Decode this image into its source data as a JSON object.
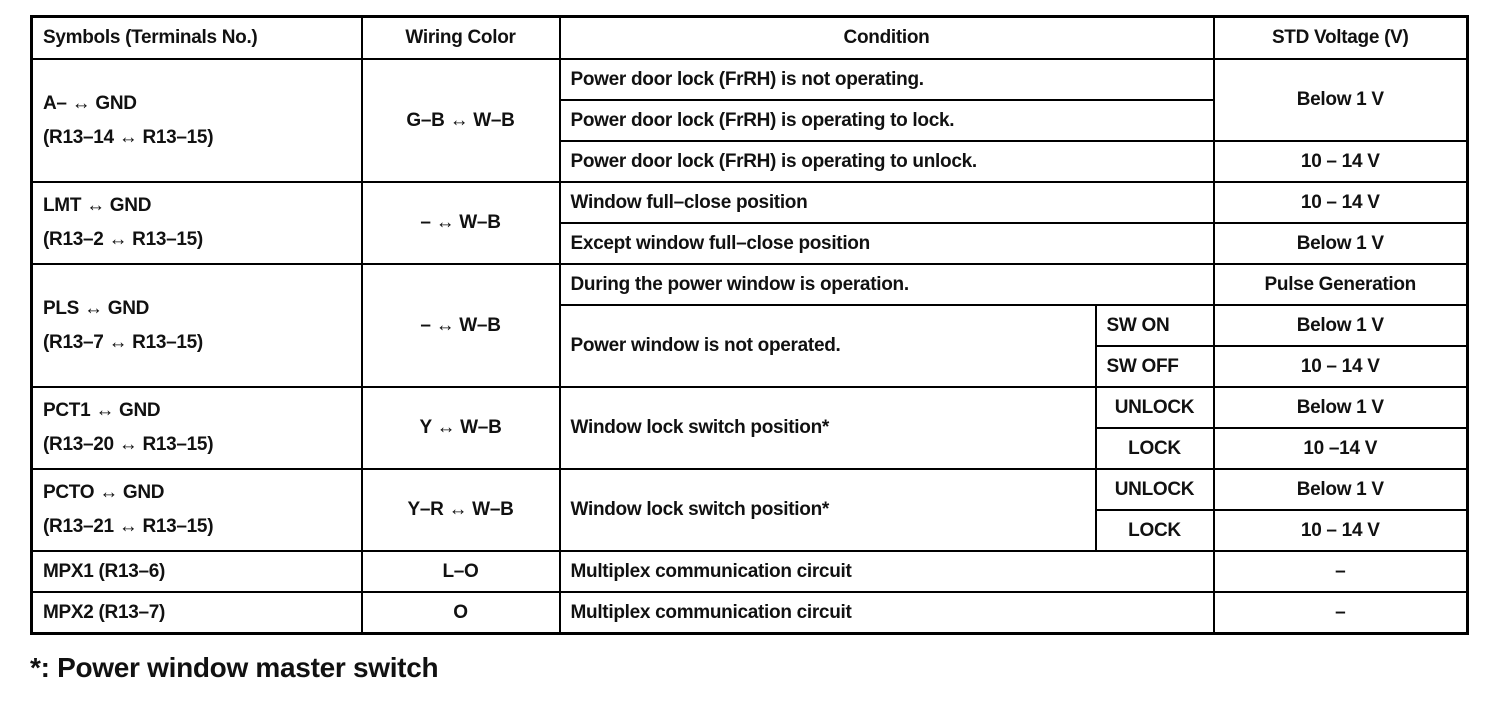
{
  "headers": {
    "symbols": "Symbols (Terminals No.)",
    "wiring": "Wiring Color",
    "condition": "Condition",
    "voltage": "STD Voltage (V)"
  },
  "rows": {
    "a": {
      "symbol_line1": "A– ↔ GND",
      "symbol_line2": "(R13–14 ↔ R13–15)",
      "wiring": "G–B ↔ W–B",
      "cond1": "Power door lock (FrRH) is not operating.",
      "cond2": "Power door lock (FrRH) is operating to lock.",
      "cond3": "Power door lock (FrRH) is operating to unlock.",
      "volt12": "Below 1 V",
      "volt3": "10 – 14 V"
    },
    "lmt": {
      "symbol_line1": "LMT ↔ GND",
      "symbol_line2": "(R13–2 ↔ R13–15)",
      "wiring": "– ↔ W–B",
      "cond1": "Window full–close position",
      "cond2": "Except window full–close position",
      "volt1": "10 – 14 V",
      "volt2": "Below 1 V"
    },
    "pls": {
      "symbol_line1": "PLS ↔ GND",
      "symbol_line2": "(R13–7 ↔ R13–15)",
      "wiring": "– ↔ W–B",
      "cond1": "During the power window is operation.",
      "volt1": "Pulse Generation",
      "cond2": "Power window is not operated.",
      "sub1": "SW ON",
      "sub2": "SW OFF",
      "volt2": "Below 1 V",
      "volt3": "10 – 14 V"
    },
    "pct1": {
      "symbol_line1": "PCT1 ↔ GND",
      "symbol_line2": "(R13–20 ↔ R13–15)",
      "wiring": "Y ↔ W–B",
      "cond": "Window lock switch position*",
      "sub1": "UNLOCK",
      "sub2": "LOCK",
      "volt1": "Below 1 V",
      "volt2": "10 –14 V"
    },
    "pcto": {
      "symbol_line1": "PCTO ↔ GND",
      "symbol_line2": "(R13–21 ↔ R13–15)",
      "wiring": "Y–R ↔ W–B",
      "cond": "Window lock switch position*",
      "sub1": "UNLOCK",
      "sub2": "LOCK",
      "volt1": "Below 1 V",
      "volt2": "10 – 14 V"
    },
    "mpx1": {
      "symbol": "MPX1 (R13–6)",
      "wiring": "L–O",
      "cond": "Multiplex communication circuit",
      "volt": "–"
    },
    "mpx2": {
      "symbol": "MPX2 (R13–7)",
      "wiring": "O",
      "cond": "Multiplex communication circuit",
      "volt": "–"
    }
  },
  "footnote": "*: Power window master switch"
}
